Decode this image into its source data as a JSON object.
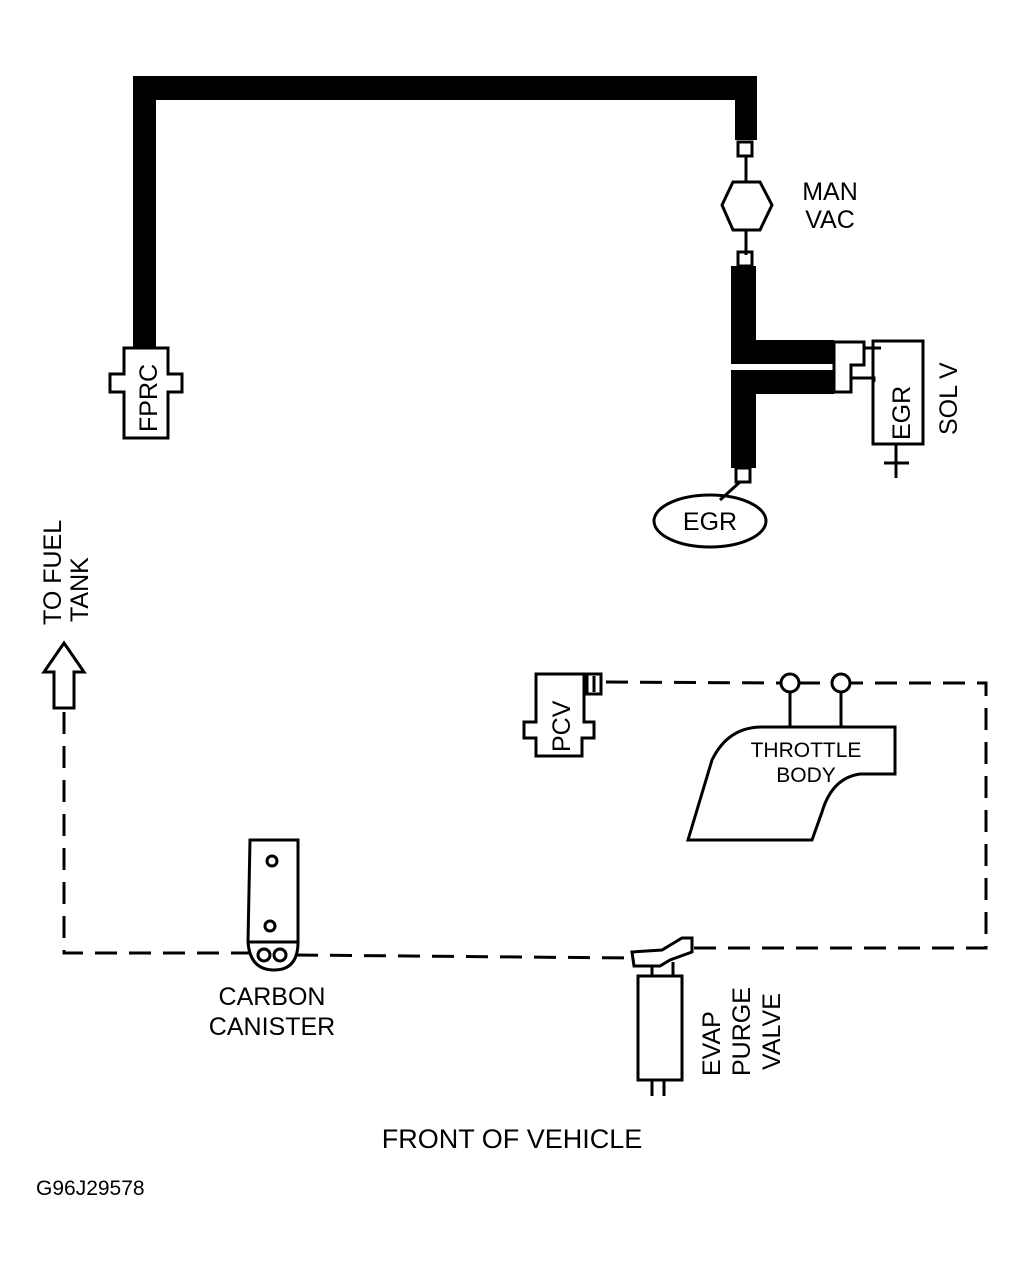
{
  "diagram": {
    "title": "FRONT OF VEHICLE",
    "figure_id": "G96J29578",
    "colors": {
      "line": "#000000",
      "background": "#ffffff"
    },
    "components": {
      "fprc": "FPRC",
      "man_vac_line1": "MAN",
      "man_vac_line2": "VAC",
      "egr_sol_v_box": "EGR",
      "egr_sol_v_label": "SOL V",
      "egr_valve": "EGR",
      "to_fuel_tank_line1": "TO FUEL",
      "to_fuel_tank_line2": "TANK",
      "pcv": "PCV",
      "throttle_body_line1": "THROTTLE",
      "throttle_body_line2": "BODY",
      "carbon_canister_line1": "CARBON",
      "carbon_canister_line2": "CANISTER",
      "evap_line1": "EVAP",
      "evap_line2": "PURGE",
      "evap_line3": "VALVE"
    },
    "hoses": [
      {
        "from": "FPRC",
        "to": "MAN VAC",
        "style": "solid-thick"
      },
      {
        "from": "MAN VAC",
        "to": "EGR SOL V",
        "style": "solid-thick"
      },
      {
        "from": "EGR SOL V",
        "to": "EGR",
        "style": "solid-thick"
      },
      {
        "from": "CARBON CANISTER",
        "to": "TO FUEL TANK",
        "style": "dashed"
      },
      {
        "from": "CARBON CANISTER",
        "to": "EVAP PURGE VALVE",
        "style": "dashed"
      },
      {
        "from": "EVAP PURGE VALVE",
        "to": "THROTTLE BODY",
        "style": "dashed"
      },
      {
        "from": "PCV",
        "to": "THROTTLE BODY",
        "style": "dashed"
      }
    ]
  }
}
